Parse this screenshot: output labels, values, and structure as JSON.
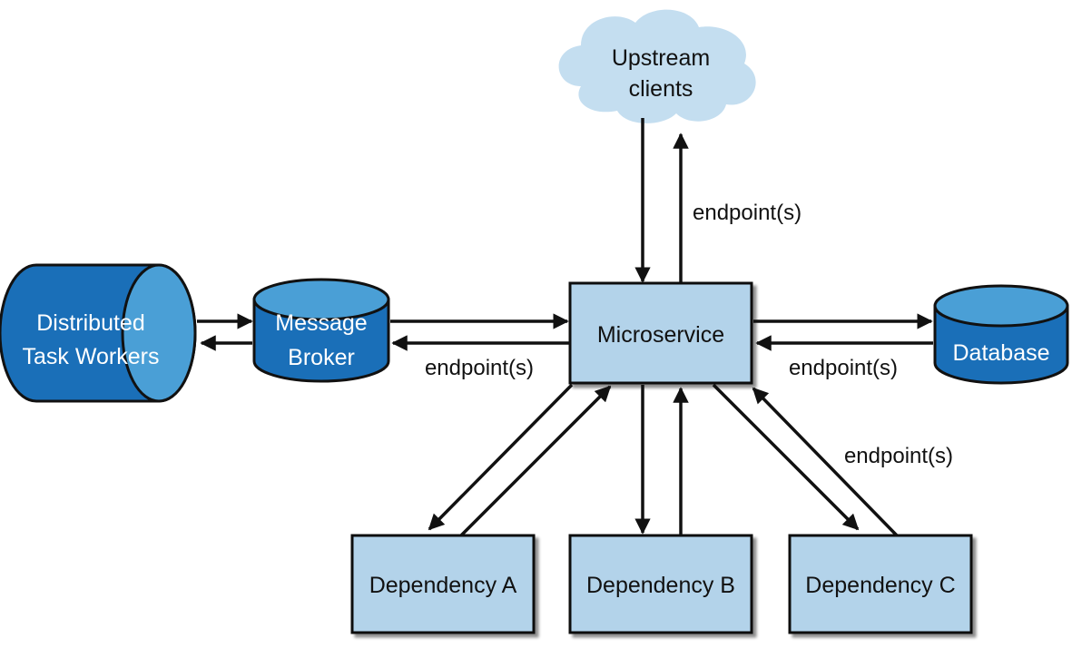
{
  "nodes": {
    "upstream": {
      "line1": "Upstream",
      "line2": "clients"
    },
    "microservice": {
      "label": "Microservice"
    },
    "message_broker": {
      "line1": "Message",
      "line2": "Broker"
    },
    "task_workers": {
      "line1": "Distributed",
      "line2": "Task Workers"
    },
    "database": {
      "label": "Database"
    },
    "dependency_a": {
      "label": "Dependency A"
    },
    "dependency_b": {
      "label": "Dependency B"
    },
    "dependency_c": {
      "label": "Dependency C"
    }
  },
  "edge_labels": {
    "upstream": "endpoint(s)",
    "message_broker": "endpoint(s)",
    "database": "endpoint(s)",
    "dependency_c": "endpoint(s)"
  },
  "colors": {
    "box_fill": "#b3d3ea",
    "cylinder_dark": "#1a6fb8",
    "cylinder_light": "#4a9fd6",
    "cloud": "#c4def0"
  }
}
